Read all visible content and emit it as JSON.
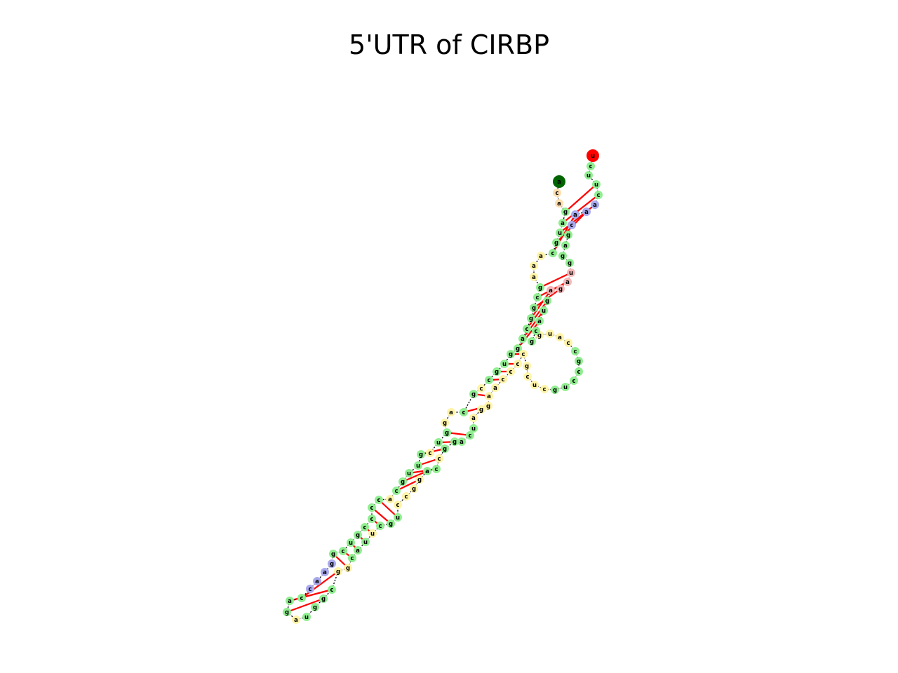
{
  "title": "5'UTR of CIRBP",
  "colors": {
    "stem": "#90ee90",
    "hairpin": "#aaaaee",
    "interior": "#fff4a8",
    "five_prime_unpaired": "#ffdfb0",
    "three_prime_unpaired": "#f4b8b8",
    "five_prime_end": "#006400",
    "three_prime_end": "#ff0000",
    "pair_line": "#ff0000",
    "backbone": "#000000"
  },
  "nucleotides": [
    {
      "base": "a",
      "cls": "five_prime_end"
    },
    {
      "base": "c",
      "cls": "five_prime_unpaired"
    },
    {
      "base": "a",
      "cls": "five_prime_unpaired"
    },
    {
      "base": "g",
      "cls": "stem"
    },
    {
      "base": "a",
      "cls": "stem"
    },
    {
      "base": "u",
      "cls": "stem"
    },
    {
      "base": "g",
      "cls": "stem"
    },
    {
      "base": "c",
      "cls": "stem"
    },
    {
      "base": "a",
      "cls": "interior"
    },
    {
      "base": "a",
      "cls": "interior"
    },
    {
      "base": "a",
      "cls": "interior"
    },
    {
      "base": "g",
      "cls": "stem"
    },
    {
      "base": "c",
      "cls": "stem"
    },
    {
      "base": "g",
      "cls": "stem"
    },
    {
      "base": "g",
      "cls": "stem"
    },
    {
      "base": "c",
      "cls": "stem"
    },
    {
      "base": "a",
      "cls": "stem"
    },
    {
      "base": "g",
      "cls": "stem"
    },
    {
      "base": "g",
      "cls": "stem"
    },
    {
      "base": "u",
      "cls": "stem"
    },
    {
      "base": "g",
      "cls": "stem"
    },
    {
      "base": "c",
      "cls": "stem"
    },
    {
      "base": "c",
      "cls": "interior"
    },
    {
      "base": "g",
      "cls": "stem"
    },
    {
      "base": "c",
      "cls": "stem"
    },
    {
      "base": "a",
      "cls": "interior"
    },
    {
      "base": "g",
      "cls": "interior"
    },
    {
      "base": "g",
      "cls": "stem"
    },
    {
      "base": "u",
      "cls": "stem"
    },
    {
      "base": "c",
      "cls": "interior"
    },
    {
      "base": "g",
      "cls": "stem"
    },
    {
      "base": "u",
      "cls": "stem"
    },
    {
      "base": "u",
      "cls": "stem"
    },
    {
      "base": "g",
      "cls": "stem"
    },
    {
      "base": "c",
      "cls": "stem"
    },
    {
      "base": "a",
      "cls": "interior"
    },
    {
      "base": "c",
      "cls": "stem"
    },
    {
      "base": "c",
      "cls": "stem"
    },
    {
      "base": "c",
      "cls": "stem"
    },
    {
      "base": "c",
      "cls": "stem"
    },
    {
      "base": "g",
      "cls": "stem"
    },
    {
      "base": "u",
      "cls": "stem"
    },
    {
      "base": "c",
      "cls": "stem"
    },
    {
      "base": "g",
      "cls": "stem"
    },
    {
      "base": "g",
      "cls": "hairpin"
    },
    {
      "base": "a",
      "cls": "hairpin"
    },
    {
      "base": "a",
      "cls": "hairpin"
    },
    {
      "base": "c",
      "cls": "hairpin"
    },
    {
      "base": "c",
      "cls": "stem"
    },
    {
      "base": "a",
      "cls": "stem"
    },
    {
      "base": "g",
      "cls": "stem"
    },
    {
      "base": "a",
      "cls": "interior"
    },
    {
      "base": "u",
      "cls": "stem"
    },
    {
      "base": "g",
      "cls": "stem"
    },
    {
      "base": "g",
      "cls": "stem"
    },
    {
      "base": "c",
      "cls": "stem"
    },
    {
      "base": "g",
      "cls": "interior"
    },
    {
      "base": "g",
      "cls": "interior"
    },
    {
      "base": "c",
      "cls": "stem"
    },
    {
      "base": "a",
      "cls": "stem"
    },
    {
      "base": "u",
      "cls": "stem"
    },
    {
      "base": "u",
      "cls": "interior"
    },
    {
      "base": "c",
      "cls": "stem"
    },
    {
      "base": "g",
      "cls": "stem"
    },
    {
      "base": "u",
      "cls": "stem"
    },
    {
      "base": "c",
      "cls": "interior"
    },
    {
      "base": "c",
      "cls": "interior"
    },
    {
      "base": "g",
      "cls": "interior"
    },
    {
      "base": "g",
      "cls": "interior"
    },
    {
      "base": "a",
      "cls": "stem"
    },
    {
      "base": "c",
      "cls": "stem"
    },
    {
      "base": "c",
      "cls": "interior"
    },
    {
      "base": "g",
      "cls": "stem"
    },
    {
      "base": "g",
      "cls": "stem"
    },
    {
      "base": "a",
      "cls": "stem"
    },
    {
      "base": "c",
      "cls": "stem"
    },
    {
      "base": "u",
      "cls": "stem"
    },
    {
      "base": "a",
      "cls": "interior"
    },
    {
      "base": "g",
      "cls": "interior"
    },
    {
      "base": "g",
      "cls": "interior"
    },
    {
      "base": "a",
      "cls": "interior"
    },
    {
      "base": "a",
      "cls": "interior"
    },
    {
      "base": "c",
      "cls": "interior"
    },
    {
      "base": "c",
      "cls": "interior"
    },
    {
      "base": "c",
      "cls": "interior"
    },
    {
      "base": "c",
      "cls": "interior"
    },
    {
      "base": "g",
      "cls": "interior"
    },
    {
      "base": "c",
      "cls": "interior"
    },
    {
      "base": "u",
      "cls": "interior"
    },
    {
      "base": "c",
      "cls": "interior"
    },
    {
      "base": "g",
      "cls": "stem"
    },
    {
      "base": "u",
      "cls": "stem"
    },
    {
      "base": "c",
      "cls": "stem"
    },
    {
      "base": "c",
      "cls": "stem"
    },
    {
      "base": "g",
      "cls": "stem"
    },
    {
      "base": "c",
      "cls": "stem"
    },
    {
      "base": "c",
      "cls": "interior"
    },
    {
      "base": "a",
      "cls": "interior"
    },
    {
      "base": "u",
      "cls": "interior"
    },
    {
      "base": "g",
      "cls": "interior"
    },
    {
      "base": "g",
      "cls": "stem"
    },
    {
      "base": "c",
      "cls": "stem"
    },
    {
      "base": "a",
      "cls": "stem"
    },
    {
      "base": "u",
      "cls": "stem"
    },
    {
      "base": "g",
      "cls": "stem"
    },
    {
      "base": "a",
      "cls": "three_prime_unpaired"
    },
    {
      "base": "g",
      "cls": "three_prime_unpaired"
    },
    {
      "base": "a",
      "cls": "three_prime_unpaired"
    },
    {
      "base": "u",
      "cls": "three_prime_unpaired"
    },
    {
      "base": "g",
      "cls": "stem"
    },
    {
      "base": "g",
      "cls": "stem"
    },
    {
      "base": "a",
      "cls": "stem"
    },
    {
      "base": "g",
      "cls": "stem"
    },
    {
      "base": "c",
      "cls": "hairpin"
    },
    {
      "base": "a",
      "cls": "hairpin"
    },
    {
      "base": "a",
      "cls": "hairpin"
    },
    {
      "base": "a",
      "cls": "hairpin"
    },
    {
      "base": "c",
      "cls": "stem"
    },
    {
      "base": "u",
      "cls": "stem"
    },
    {
      "base": "u",
      "cls": "stem"
    },
    {
      "base": "c",
      "cls": "stem"
    },
    {
      "base": "u",
      "cls": "three_prime_end"
    }
  ]
}
